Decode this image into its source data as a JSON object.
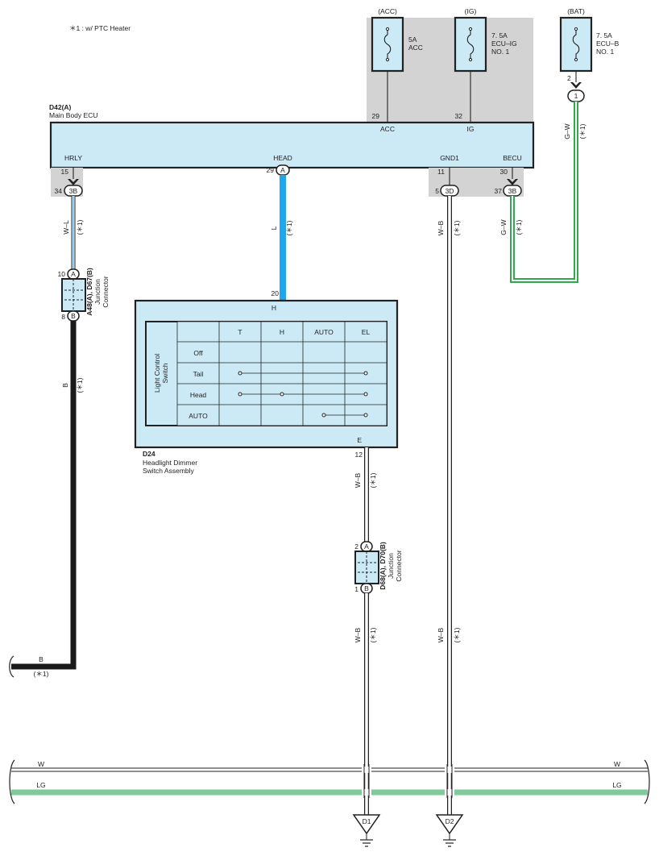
{
  "note": "＊1 : w/ PTC Heater",
  "fuses": [
    {
      "source": "(ACC)",
      "amp": "5A",
      "name1": "ACC",
      "name2": ""
    },
    {
      "source": "(IG)",
      "amp": "7. 5A",
      "name1": "ECU–IG",
      "name2": "NO. 1"
    },
    {
      "source": "(BAT)",
      "amp": "7. 5A",
      "name1": "ECU–B",
      "name2": "NO. 1"
    }
  ],
  "ecu": {
    "code": "D42(A)",
    "name": "Main Body ECU",
    "top_pins": [
      {
        "num": "29",
        "name": "ACC"
      },
      {
        "num": "32",
        "name": "IG"
      }
    ],
    "bottom_pins": [
      {
        "num": "15",
        "name": "HRLY",
        "conn_pin": "34",
        "conn": "3B"
      },
      {
        "num": "29",
        "name": "HEAD",
        "conn": "A"
      },
      {
        "num": "11",
        "name": "GND1",
        "conn_pin": "5",
        "conn": "3D"
      },
      {
        "num": "30",
        "name": "BECU",
        "conn_pin": "37",
        "conn": "3B"
      }
    ]
  },
  "bat_pin": {
    "num": "2",
    "conn": "1"
  },
  "wires": {
    "hrly": {
      "color_code": "W–L",
      "note": "(＊1)"
    },
    "head": {
      "color_code": "L",
      "note": "(＊1)"
    },
    "gnd1": {
      "color_code": "W–B",
      "note": "(＊1)"
    },
    "becu": {
      "color_code": "G–W",
      "note": "(＊1)"
    },
    "bat": {
      "color_code": "G–W",
      "note": "(＊1)"
    },
    "b_wire": {
      "color_code": "B",
      "note": "(＊1)"
    },
    "bottom_b": {
      "color_code": "B",
      "note": "(＊1)"
    },
    "e_upper": {
      "color_code": "W–B",
      "note": "(＊1)"
    },
    "e_lower": {
      "color_code": "W–B",
      "note": "(＊1)"
    },
    "gnd_lower": {
      "color_code": "W–B",
      "note": "(＊1)"
    }
  },
  "junction1": {
    "code": "A48(A), D67(B)",
    "label1": "Junction",
    "label2": "Connector",
    "pin_top": "10",
    "conn_top": "A",
    "pin_bot": "8",
    "conn_bot": "B"
  },
  "junction2": {
    "code": "D68(A), D70(B)",
    "label1": "Junction",
    "label2": "Connector",
    "pin_top": "2",
    "conn_top": "A",
    "pin_bot": "1",
    "conn_bot": "B"
  },
  "switch": {
    "code": "D24",
    "name1": "Headlight Dimmer",
    "name2": "Switch Assembly",
    "pin_h_num": "20",
    "pin_h": "H",
    "pin_e": "E",
    "pin_e_num": "12",
    "side_label1": "Light Control",
    "side_label2": "Switch",
    "columns": [
      "T",
      "H",
      "AUTO",
      "EL"
    ],
    "rows": [
      "Off",
      "Tail",
      "Head",
      "AUTO"
    ]
  },
  "bus": {
    "w_left": "W",
    "w_right": "W",
    "lg_left": "LG",
    "lg_right": "LG",
    "colors": {
      "w": "#ffffff",
      "lg": "#7fc99a",
      "l": "#1ea7ec",
      "b": "#1a1a1a",
      "gw": "#2eaa4a"
    }
  },
  "grounds": [
    "D1",
    "D2"
  ]
}
